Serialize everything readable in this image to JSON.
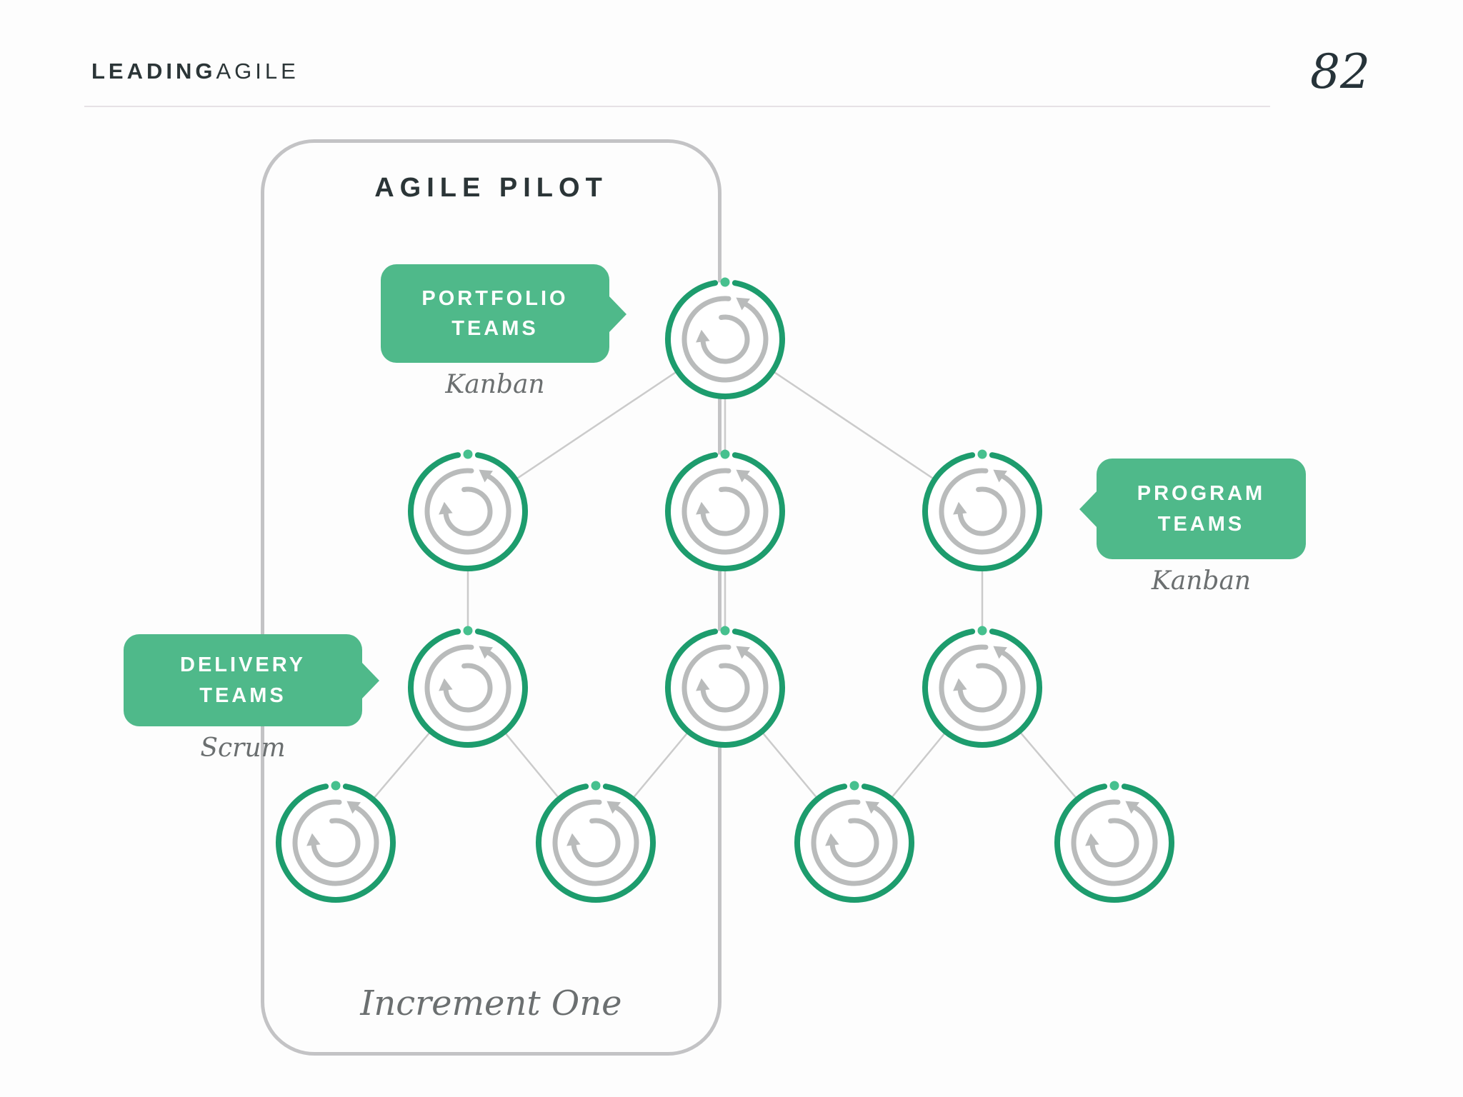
{
  "header": {
    "logo_primary": "LEADING",
    "logo_secondary": "AGILE",
    "page_number": "82"
  },
  "pilot_box": {
    "title": "AGILE PILOT",
    "footer_label": "Increment One"
  },
  "callouts": {
    "portfolio": {
      "label_line1": "PORTFOLIO",
      "label_line2": "TEAMS",
      "method": "Kanban"
    },
    "program": {
      "label_line1": "PROGRAM",
      "label_line2": "TEAMS",
      "method": "Kanban"
    },
    "delivery": {
      "label_line1": "DELIVERY",
      "label_line2": "TEAMS",
      "method": "Scrum"
    }
  },
  "diagram": {
    "node_icon": "iteration-cycle-icon",
    "levels": [
      {
        "role": "portfolio-team",
        "nodes": 1
      },
      {
        "role": "program-teams",
        "nodes": 3
      },
      {
        "role": "delivery-teams-upper",
        "nodes": 3
      },
      {
        "role": "delivery-teams-lower",
        "nodes": 4
      }
    ]
  },
  "colors": {
    "green_bubble": "#4fb98a",
    "green_ring": "#1d9c6d",
    "green_dot": "#46c08e",
    "gray_icon": "#b9bbbb",
    "gray_line": "#cbcbcb",
    "gray_border": "#c3c3c5",
    "text_dark": "#2b3537",
    "text_gray": "#6b6f70",
    "rule": "#e6e2e5"
  }
}
